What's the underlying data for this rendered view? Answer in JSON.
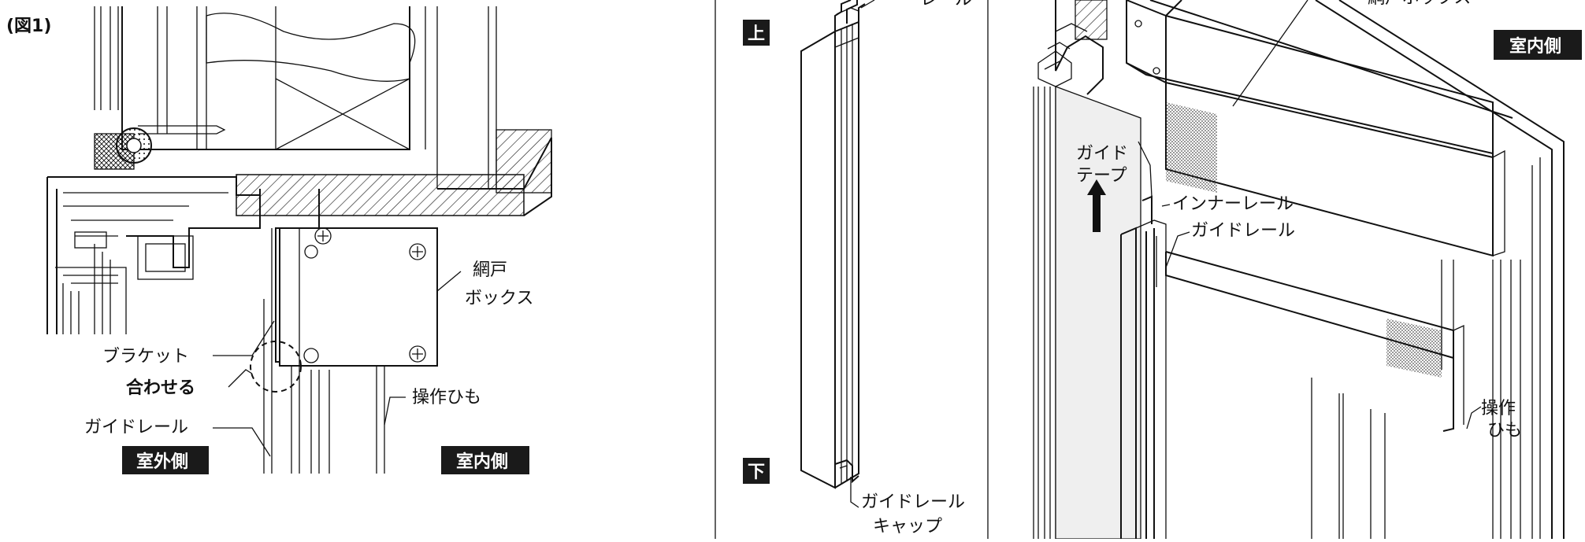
{
  "figure_label": "(図1)",
  "left_diagram": {
    "labels": {
      "screen_box": "網戸\nボックス",
      "screen_box_line1": "網戸",
      "screen_box_line2": "ボックス",
      "bracket": "ブラケット",
      "align": "合わせる",
      "guide_rail": "ガイドレール",
      "operating_cord": "操作ひも"
    },
    "tags": {
      "outdoor": "室外側",
      "indoor": "室内側"
    }
  },
  "middle_diagram": {
    "labels": {
      "rail_top_partial": "レール",
      "guide_rail_cap_line1": "ガイドレール",
      "guide_rail_cap_line2": "キャップ"
    },
    "tags": {
      "top": "上",
      "bottom": "下"
    }
  },
  "right_diagram": {
    "labels": {
      "screen_box_partial": "網戸ボックス",
      "guide_tape_line1": "ガイド",
      "guide_tape_line2": "テープ",
      "inner_rail": "インナーレール",
      "guide_rail": "ガイドレール",
      "operating_cord_line1": "操作",
      "operating_cord_line2": "ひも"
    },
    "tags": {
      "indoor": "室内側"
    }
  },
  "colors": {
    "ink": "#111111",
    "tag_bg": "#1a1a1a",
    "tag_text": "#ffffff",
    "screen_fill": "#efefef"
  }
}
